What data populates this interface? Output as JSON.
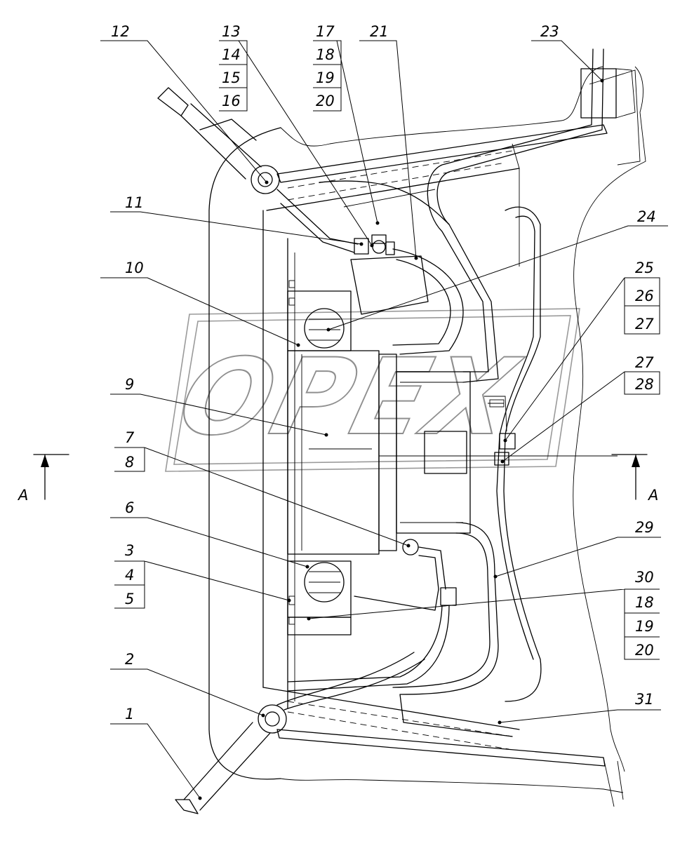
{
  "watermark": {
    "text": "OPEX"
  },
  "section_marks": {
    "left": "A",
    "right": "A"
  },
  "callouts": [
    {
      "id": "c1",
      "text": "1"
    },
    {
      "id": "c2",
      "text": "2"
    },
    {
      "id": "c3",
      "text": "3"
    },
    {
      "id": "c4",
      "text": "4"
    },
    {
      "id": "c5",
      "text": "5"
    },
    {
      "id": "c6",
      "text": "6"
    },
    {
      "id": "c7",
      "text": "7"
    },
    {
      "id": "c8",
      "text": "8"
    },
    {
      "id": "c9",
      "text": "9"
    },
    {
      "id": "c10",
      "text": "10"
    },
    {
      "id": "c11",
      "text": "11"
    },
    {
      "id": "c12",
      "text": "12"
    },
    {
      "id": "c13",
      "text": "13"
    },
    {
      "id": "c14",
      "text": "14"
    },
    {
      "id": "c15",
      "text": "15"
    },
    {
      "id": "c16",
      "text": "16"
    },
    {
      "id": "c17",
      "text": "17"
    },
    {
      "id": "c18a",
      "text": "18"
    },
    {
      "id": "c19a",
      "text": "19"
    },
    {
      "id": "c20a",
      "text": "20"
    },
    {
      "id": "c21",
      "text": "21"
    },
    {
      "id": "c23",
      "text": "23"
    },
    {
      "id": "c24",
      "text": "24"
    },
    {
      "id": "c25",
      "text": "25"
    },
    {
      "id": "c26",
      "text": "26"
    },
    {
      "id": "c27a",
      "text": "27"
    },
    {
      "id": "c27b",
      "text": "27"
    },
    {
      "id": "c28",
      "text": "28"
    },
    {
      "id": "c29",
      "text": "29"
    },
    {
      "id": "c30",
      "text": "30"
    },
    {
      "id": "c18b",
      "text": "18"
    },
    {
      "id": "c19b",
      "text": "19"
    },
    {
      "id": "c20b",
      "text": "20"
    },
    {
      "id": "c31",
      "text": "31"
    }
  ]
}
